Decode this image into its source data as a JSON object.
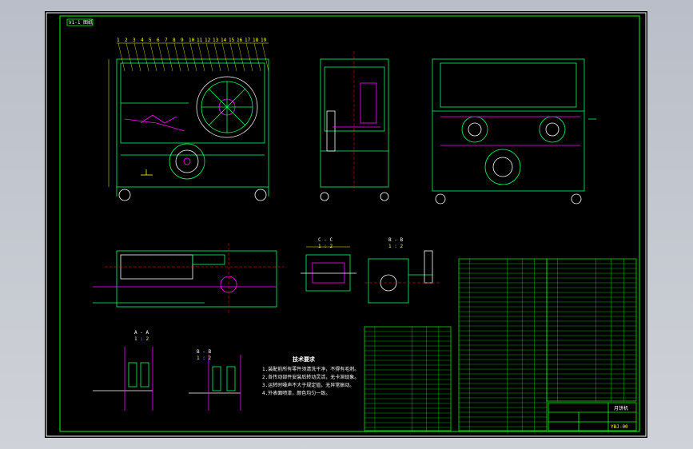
{
  "sheet": {
    "tag": "V1-1 图纸",
    "colors": {
      "frame": "#00ff00",
      "outline": "#00ff66",
      "detail": "#ff00ff",
      "label": "#ffff00",
      "text": "#ffffff",
      "background": "#000000",
      "viewport": "#c4c8d0"
    }
  },
  "views": {
    "front_balloons": [
      "1",
      "2",
      "3",
      "4",
      "5",
      "6",
      "7",
      "8",
      "9",
      "10",
      "11",
      "12",
      "13",
      "14",
      "15",
      "16",
      "17",
      "18",
      "19"
    ],
    "side_section": {
      "label": "C - C",
      "scale": "1 : 2"
    },
    "detail_section": {
      "label": "B - B",
      "scale": "1 : 2"
    },
    "section_aa": {
      "label": "A - A",
      "scale": "1 : 2"
    },
    "section_bb": {
      "label": "B - B",
      "scale": "1 : 2"
    }
  },
  "notes": {
    "title": "技术要求",
    "lines": [
      "1.装配前所有零件须清洗干净，不得有毛刺。",
      "2.各传动部件安装后转动灵活，无卡滞现象。",
      "3.运转时噪声不大于规定值，无异常振动。",
      "4.外表面喷漆，颜色均匀一致。"
    ]
  },
  "title_block": {
    "name": "月饼机",
    "drawing_no": "YBJ-00"
  }
}
